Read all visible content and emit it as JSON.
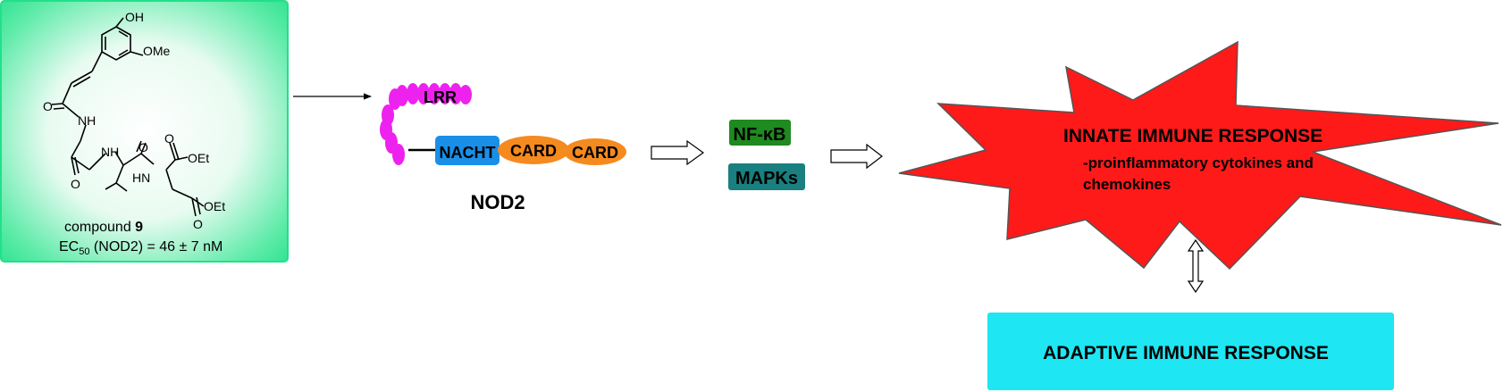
{
  "compound": {
    "atoms": {
      "oh": "OH",
      "ome": "OMe",
      "nh1": "NH",
      "nh2": "NH",
      "nh3": "HN",
      "oet1": "OEt",
      "oet2": "OEt",
      "o1": "O",
      "o2": "O",
      "o3": "O",
      "o4": "O",
      "o5": "O"
    },
    "name_prefix": "compound ",
    "name_number": "9",
    "ec_prefix": "EC",
    "ec_sub": "50",
    "ec_rest": " (NOD2) = 46 ± 7 nM"
  },
  "nod2": {
    "lrr": "LRR",
    "nacht": "NACHT",
    "card1": "CARD",
    "card2": "CARD",
    "label": "NOD2"
  },
  "signals": {
    "nfkb": "NF-κB",
    "mapks": "MAPKs"
  },
  "innate": {
    "title": "INNATE IMMUNE RESPONSE",
    "line1": "-proinflammatory cytokines and",
    "line2": "chemokines"
  },
  "adaptive": {
    "title": "ADAPTIVE IMMUNE RESPONSE"
  },
  "colors": {
    "panel_green": "#22e08a",
    "lrr_magenta": "#ee22ee",
    "nacht_blue": "#1a8fe8",
    "card_orange": "#f58a1f",
    "nfkb_green": "#1f8a1f",
    "mapks_teal": "#1a7f7f",
    "burst_red": "#ff1a1a",
    "adaptive_cyan": "#1ee6f2"
  }
}
